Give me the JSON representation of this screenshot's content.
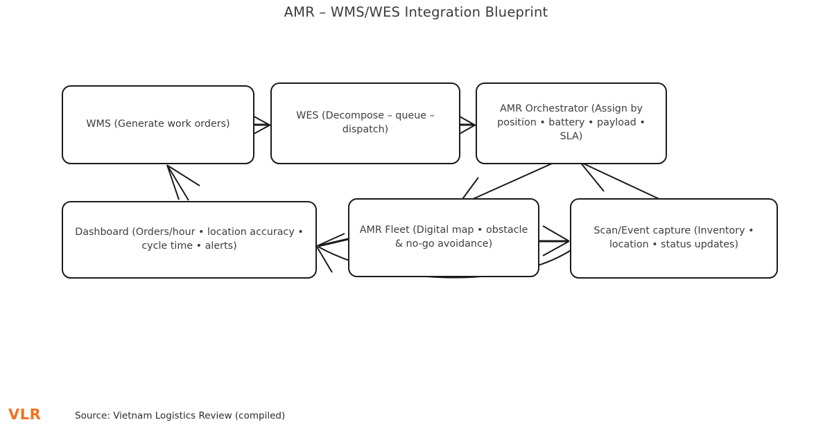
{
  "title": "AMR – WMS/WES Integration Blueprint",
  "nodes": {
    "wms": {
      "label": "WMS (Generate work orders)"
    },
    "wes": {
      "label": "WES (Decompose – queue – dispatch)"
    },
    "orchestrator": {
      "label": "AMR Orchestrator (Assign by position • battery • payload • SLA)"
    },
    "dashboard": {
      "label": "Dashboard (Orders/hour • location accuracy • cycle time • alerts)"
    },
    "fleet": {
      "label": "AMR Fleet (Digital map • obstacle & no-go avoidance)"
    },
    "scan": {
      "label": "Scan/Event capture (Inventory • location • status updates)"
    }
  },
  "edges": [
    {
      "from": "wms",
      "to": "wes",
      "kind": "arrow"
    },
    {
      "from": "wes",
      "to": "orchestrator",
      "kind": "arrow"
    },
    {
      "from": "orchestrator",
      "to": "fleet",
      "kind": "arrow"
    },
    {
      "from": "fleet",
      "to": "scan",
      "kind": "arrow"
    },
    {
      "from": "scan",
      "to": "orchestrator",
      "kind": "arrow"
    },
    {
      "from": "scan",
      "to": "dashboard",
      "kind": "curved-arrow"
    },
    {
      "from": "fleet",
      "to": "dashboard",
      "kind": "arrow"
    },
    {
      "from": "dashboard",
      "to": "wms",
      "kind": "arrow"
    }
  ],
  "footer": {
    "logo": "VLR",
    "source": "Source: Vietnam Logistics Review (compiled)"
  },
  "colors": {
    "node_border": "#1a1a1a",
    "node_text": "#3d3d3d",
    "title_text": "#3b3b3b",
    "logo_orange": "#f4701f",
    "background": "#ffffff"
  }
}
